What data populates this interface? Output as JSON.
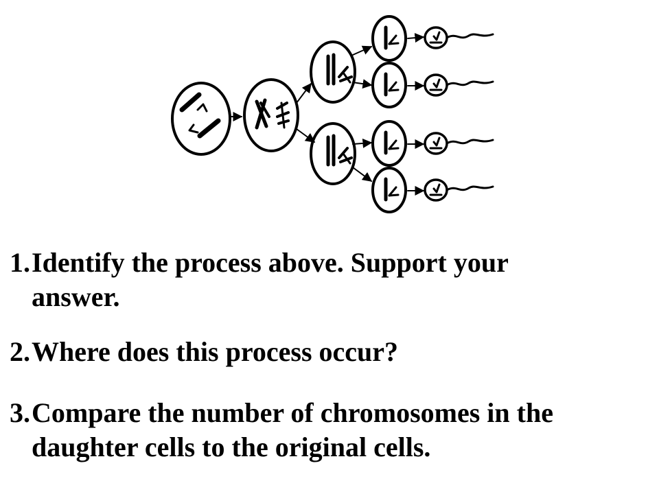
{
  "questions": [
    {
      "num": "1.",
      "lines": [
        "Identify the process above. Support your",
        "answer."
      ]
    },
    {
      "num": "2.",
      "lines": [
        "Where does this process occur?"
      ]
    },
    {
      "num": "3.",
      "lines": [
        "Compare the number of chromosomes in the",
        "daughter cells to the original cells."
      ]
    }
  ],
  "colors": {
    "ink": "#000000",
    "background": "#ffffff"
  }
}
